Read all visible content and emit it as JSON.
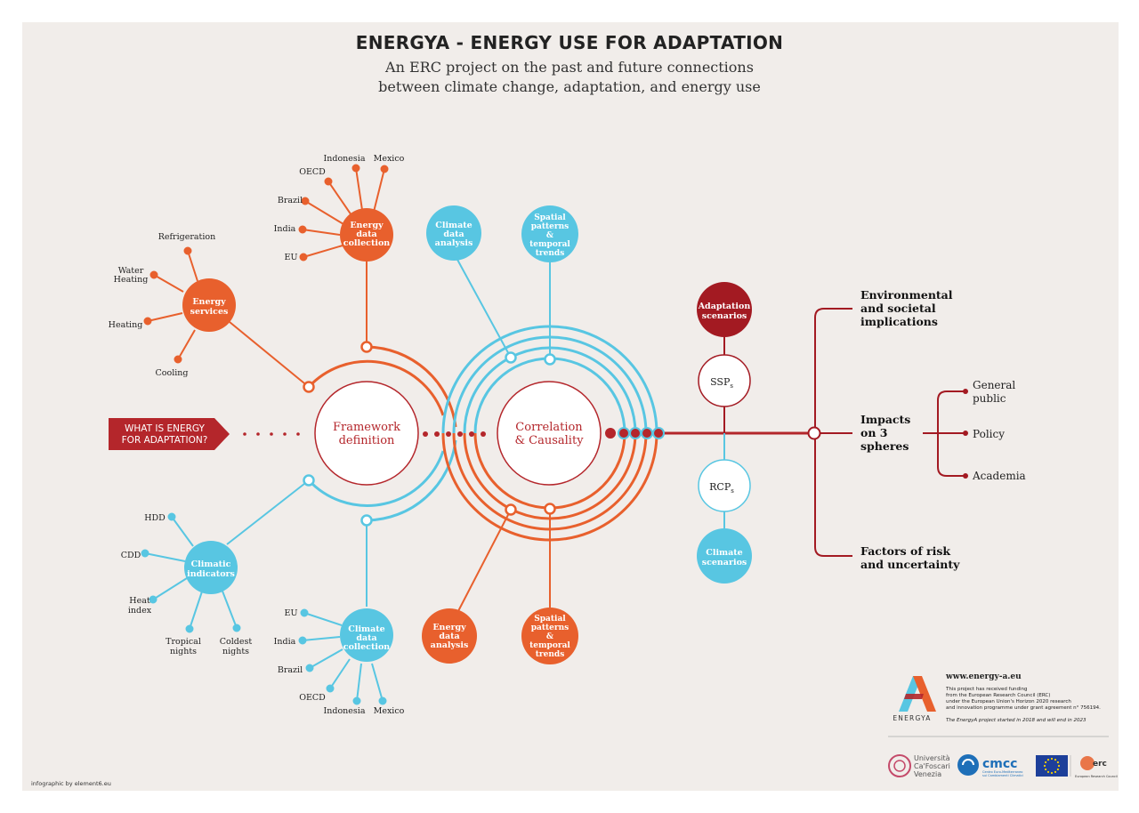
{
  "header": {
    "title": "ENERGYA  - ENERGY USE FOR ADAPTATION",
    "subtitle_line1": "An ERC project on the past and future connections",
    "subtitle_line2": "between climate change, adaptation, and energy use"
  },
  "question": {
    "line1": "WHAT IS ENERGY",
    "line2": "FOR ADAPTATION?"
  },
  "central": {
    "framework": [
      "Framework",
      "definition"
    ],
    "correlation": [
      "Correlation",
      "& Causality"
    ]
  },
  "energy_data_collection": {
    "label": [
      "Energy",
      "data",
      "collection"
    ],
    "countries": [
      "Indonesia",
      "Mexico",
      "OECD",
      "Brazil",
      "India",
      "EU"
    ]
  },
  "energy_services": {
    "label": [
      "Energy",
      "services"
    ],
    "items": [
      "Refrigeration",
      "Water",
      "Heating",
      "Heating",
      "Cooling"
    ]
  },
  "climatic_indicators": {
    "label": [
      "Climatic",
      "indicators"
    ],
    "items": [
      "HDD",
      "CDD",
      "Heat",
      "index",
      "Tropical",
      "nights",
      "Coldest",
      "nights"
    ]
  },
  "climate_data_collection": {
    "label": [
      "Climate",
      "data",
      "collection"
    ],
    "countries": [
      "EU",
      "India",
      "Brazil",
      "OECD",
      "Indonesia",
      "Mexico"
    ]
  },
  "analysis_nodes": {
    "climate_data_analysis": [
      "Climate",
      "data",
      "analysis"
    ],
    "spatial_top": [
      "Spatial",
      "patterns",
      "&",
      "temporal",
      "trends"
    ],
    "energy_data_analysis": [
      "Energy",
      "data",
      "analysis"
    ],
    "spatial_bottom": [
      "Spatial",
      "patterns",
      "&",
      "temporal",
      "trends"
    ]
  },
  "scenarios": {
    "adaptation": [
      "Adaptation",
      "scenarios"
    ],
    "ssp": "SSP",
    "ssp_sub": "s",
    "rcp": "RCP",
    "rcp_sub": "s",
    "climate": [
      "Climate",
      "scenarios"
    ]
  },
  "outcomes": {
    "env": [
      "Environmental",
      "and societal",
      "implications"
    ],
    "impacts": [
      "Impacts",
      "on 3",
      "spheres"
    ],
    "factors": [
      "Factors of risk",
      "and uncertainty"
    ],
    "spheres": [
      [
        "General",
        "public"
      ],
      [
        "Policy"
      ],
      [
        "Academia"
      ]
    ]
  },
  "footer": {
    "url": "www.energy-a.eu",
    "funding": [
      "This project has received funding",
      "from the European Research Council (ERC)",
      "under the European Union's Horizon 2020 research",
      "and innovation programme under grant agreement n° 756194."
    ],
    "dates": "The EnergyA project started in 2018 and will end in 2023",
    "logo_text": "ENERGYA",
    "unive": [
      "Università",
      "Ca'Foscari",
      "Venezia"
    ],
    "cmcc": "cmcc",
    "cmcc_sub": [
      "Centro Euro-Mediterraneo",
      "sui Cambiamenti Climatici"
    ],
    "erc": "erc",
    "erc_sub": "European Research Council",
    "credit": "infographic by element6.eu"
  },
  "colors": {
    "orange": "#e8602d",
    "cyan": "#58c6e2",
    "red": "#b4262b",
    "dark_red": "#a31a22",
    "background": "#f1edea"
  }
}
